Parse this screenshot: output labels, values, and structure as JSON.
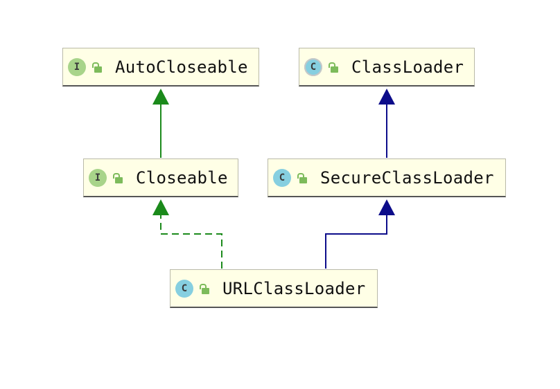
{
  "diagram": {
    "nodes": [
      {
        "id": "autocloseable",
        "label": "AutoCloseable",
        "kind": "interface",
        "kind_letter": "I",
        "visibility": "public"
      },
      {
        "id": "classloader",
        "label": "ClassLoader",
        "kind": "abstract-class",
        "kind_letter": "C",
        "visibility": "public"
      },
      {
        "id": "closeable",
        "label": "Closeable",
        "kind": "interface",
        "kind_letter": "I",
        "visibility": "public"
      },
      {
        "id": "secureclassloader",
        "label": "SecureClassLoader",
        "kind": "class",
        "kind_letter": "C",
        "visibility": "public"
      },
      {
        "id": "urlclassloader",
        "label": "URLClassLoader",
        "kind": "class",
        "kind_letter": "C",
        "visibility": "public"
      }
    ],
    "edges": [
      {
        "from": "closeable",
        "to": "autocloseable",
        "relation": "extends",
        "style": "solid",
        "color": "#1b8a1b"
      },
      {
        "from": "secureclassloader",
        "to": "classloader",
        "relation": "extends",
        "style": "solid",
        "color": "#0c0c8a"
      },
      {
        "from": "urlclassloader",
        "to": "closeable",
        "relation": "implements",
        "style": "dashed",
        "color": "#1b8a1b"
      },
      {
        "from": "urlclassloader",
        "to": "secureclassloader",
        "relation": "extends",
        "style": "solid",
        "color": "#0c0c8a"
      }
    ]
  },
  "colors": {
    "node_fill": "#ffffe6",
    "interface_badge": "#a8d48a",
    "class_badge": "#86cfe0",
    "lock_icon": "#7dbb5b"
  }
}
